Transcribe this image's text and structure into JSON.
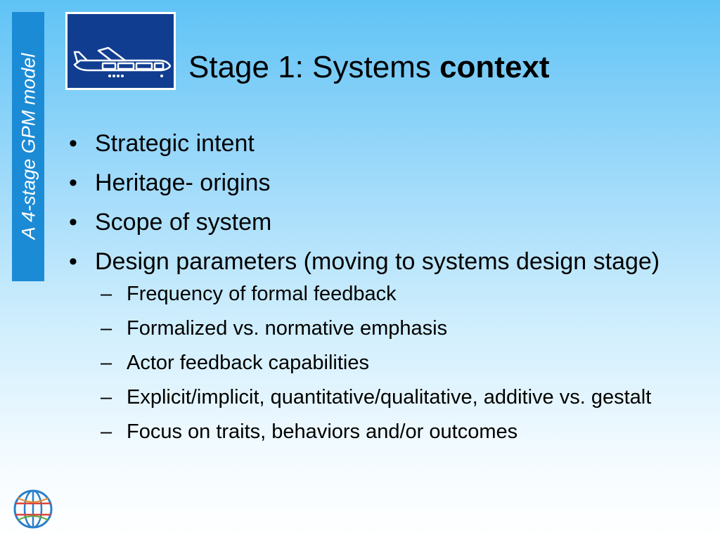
{
  "side_banner": {
    "text": "A 4-stage GPM model"
  },
  "title": {
    "regular": "Stage 1: Systems ",
    "bold": "context"
  },
  "bullets": [
    {
      "marker": "•",
      "text": "Strategic intent"
    },
    {
      "marker": "•",
      "text": "Heritage- origins"
    },
    {
      "marker": "•",
      "text": "Scope of system"
    },
    {
      "marker": "•",
      "text": "Design parameters (moving to systems design stage)"
    }
  ],
  "sub_bullets": [
    {
      "marker": "–",
      "text": "Frequency of formal feedback"
    },
    {
      "marker": "–",
      "text": "Formalized vs. normative emphasis"
    },
    {
      "marker": "–",
      "text": "Actor feedback capabilities"
    },
    {
      "marker": "–",
      "text": "Explicit/implicit, quantitative/qualitative, additive vs. gestalt"
    },
    {
      "marker": "–",
      "text": "Focus on traits, behaviors and/or outcomes"
    }
  ],
  "icons": {
    "logo": "airplane-logo-icon",
    "globe": "globe-icon"
  },
  "colors": {
    "banner": "#1c8bd6",
    "logo_bg": "#113d91",
    "bg_top": "#5fc3f5",
    "bg_bottom": "#ffffff"
  }
}
